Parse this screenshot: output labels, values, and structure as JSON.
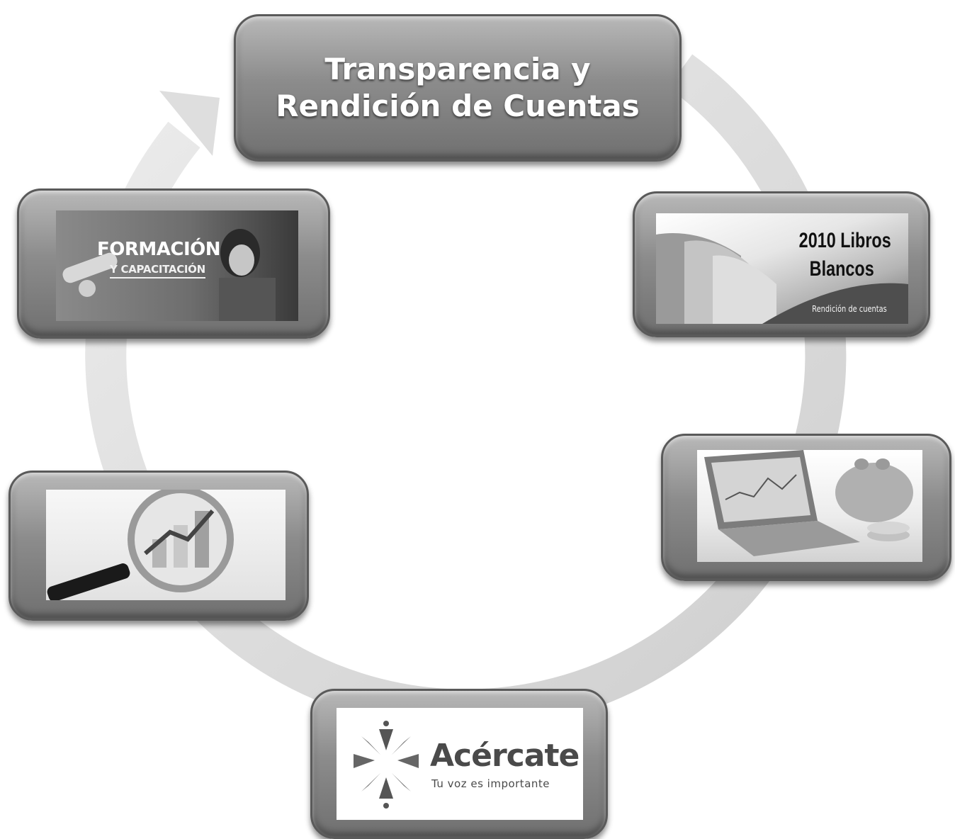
{
  "diagram": {
    "center_title": "Transparencia y Rendición de Cuentas",
    "nodes": [
      {
        "id": "formacion",
        "lines": [
          "FORMACIÓN",
          "Y CAPACITACIÓN"
        ]
      },
      {
        "id": "libros",
        "lines": [
          "2010 Libros",
          "Blancos",
          "Rendición de cuentas"
        ]
      },
      {
        "id": "finanzas",
        "lines": []
      },
      {
        "id": "analisis",
        "lines": []
      },
      {
        "id": "acercate",
        "lines": [
          "Acércate",
          "Tu voz es importante"
        ]
      }
    ],
    "colors": {
      "node_fill": "#8c8c8c",
      "ring": "#e0e0e0",
      "text_light": "#ffffff"
    }
  }
}
